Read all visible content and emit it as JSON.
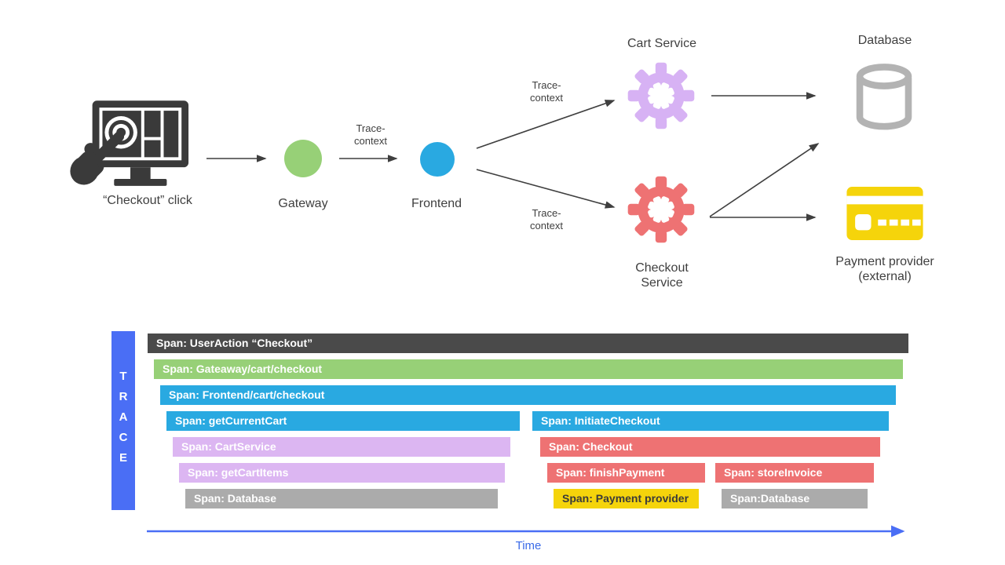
{
  "colors": {
    "span_dark": "#4A4A4A",
    "span_green": "#97D077",
    "span_blue": "#29A9E1",
    "span_purple": "#DCB6F2",
    "span_red": "#EE7273",
    "span_gray": "#ABABAB",
    "span_yellow": "#F5D40B",
    "trace_bar_blue": "#4A6EF5",
    "time_label_blue": "#3B6BE8",
    "icon_dark": "#3A3A3A",
    "database_gray": "#B3B3B3"
  },
  "flow": {
    "user_label": "“Checkout” click",
    "gateway_label": "Gateway",
    "frontend_label": "Frontend",
    "cart_service_label": "Cart Service",
    "checkout_service_label": "Checkout Service",
    "database_label": "Database",
    "payment_label": "Payment provider (external)",
    "trace_context_label": "Trace-context"
  },
  "trace": {
    "sidebar_label": "TRACE",
    "time_label": "Time",
    "spans": [
      {
        "label": "Span: UserAction “Checkout”"
      },
      {
        "label": "Span: Gateaway/cart/checkout"
      },
      {
        "label": "Span: Frontend/cart/checkout"
      },
      {
        "label": "Span: getCurrentCart"
      },
      {
        "label": "Span: InitiateCheckout"
      },
      {
        "label": "Span: CartService"
      },
      {
        "label": "Span: Checkout"
      },
      {
        "label": "Span: getCartItems"
      },
      {
        "label": "Span: finishPayment"
      },
      {
        "label": "Span: storeInvoice"
      },
      {
        "label": "Span: Database"
      },
      {
        "label": "Span: Payment provider"
      },
      {
        "label": "Span:Database"
      }
    ]
  }
}
